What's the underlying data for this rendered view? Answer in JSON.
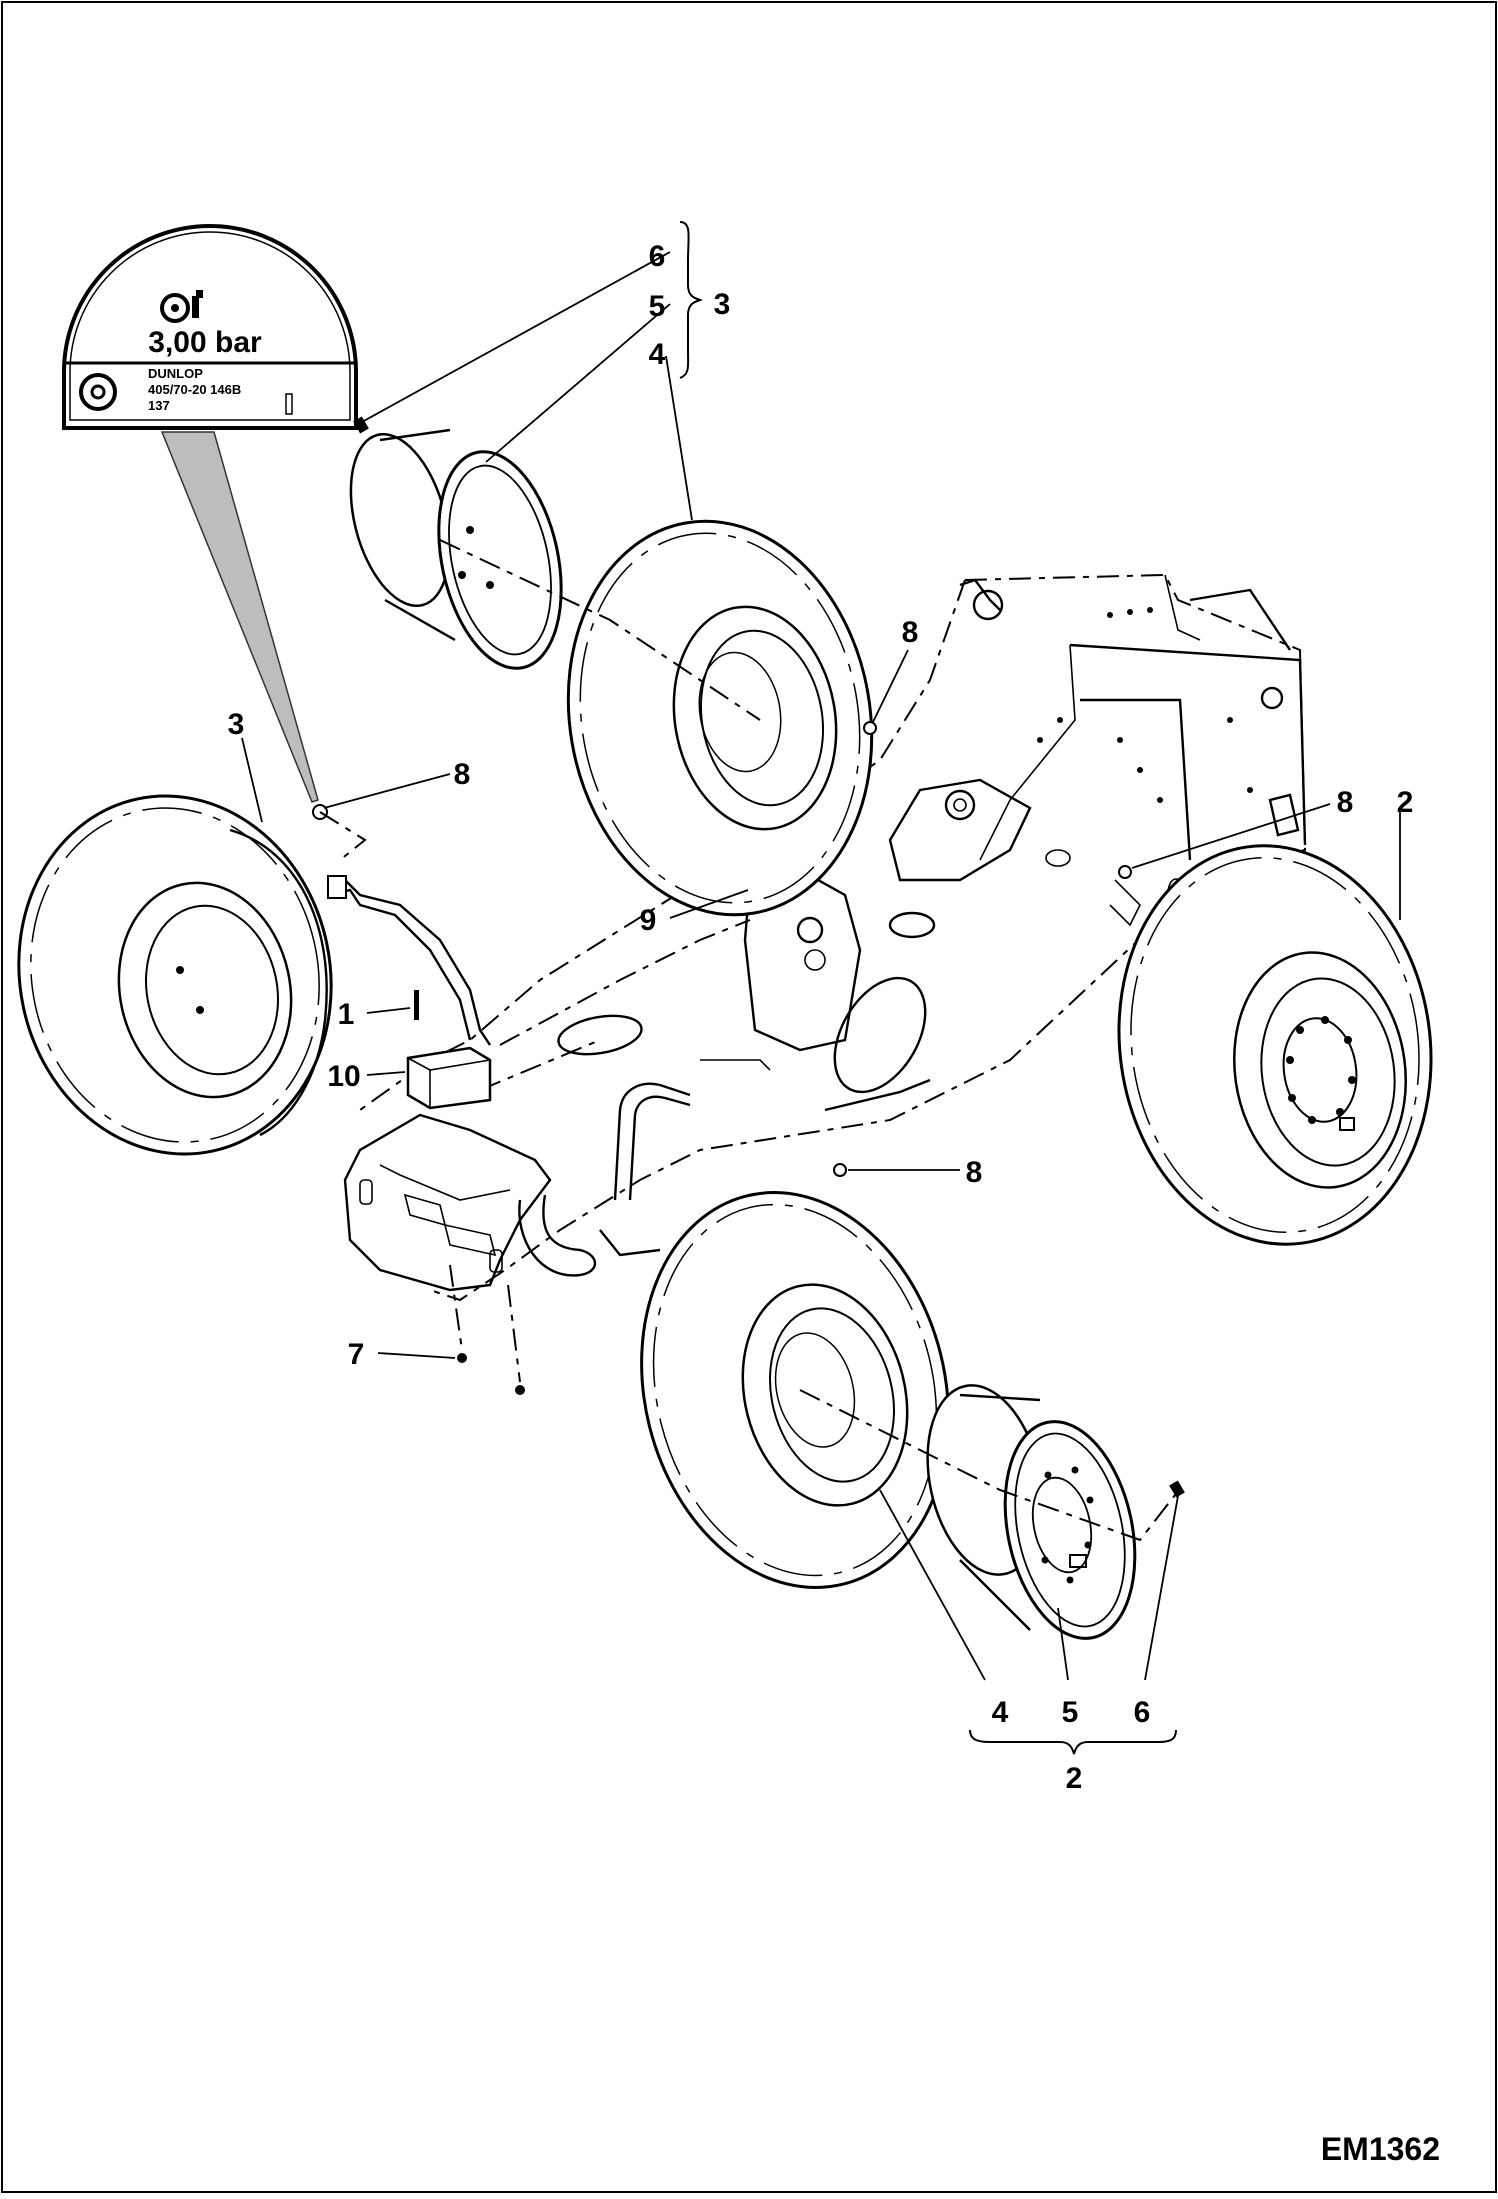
{
  "figure_code": "EM1362",
  "tire_label": {
    "pressure": "3,00 bar",
    "brand": "DUNLOP",
    "size_line": "405/70-20  146B",
    "load_line": "137"
  },
  "callouts": {
    "c1": "1",
    "c2_right": "2",
    "c2_bottom": "2",
    "c3_top": "3",
    "c3_left": "3",
    "c4_top": "4",
    "c4_bottom": "4",
    "c5_top": "5",
    "c5_bottom": "5",
    "c6_top": "6",
    "c6_bottom": "6",
    "c7": "7",
    "c8_a": "8",
    "c8_b": "8",
    "c8_c": "8",
    "c8_d": "8",
    "c9": "9",
    "c10": "10"
  },
  "icons": [
    "tire-pressure-icon",
    "tire-icon",
    "wheel-icon",
    "frame-chassis"
  ]
}
